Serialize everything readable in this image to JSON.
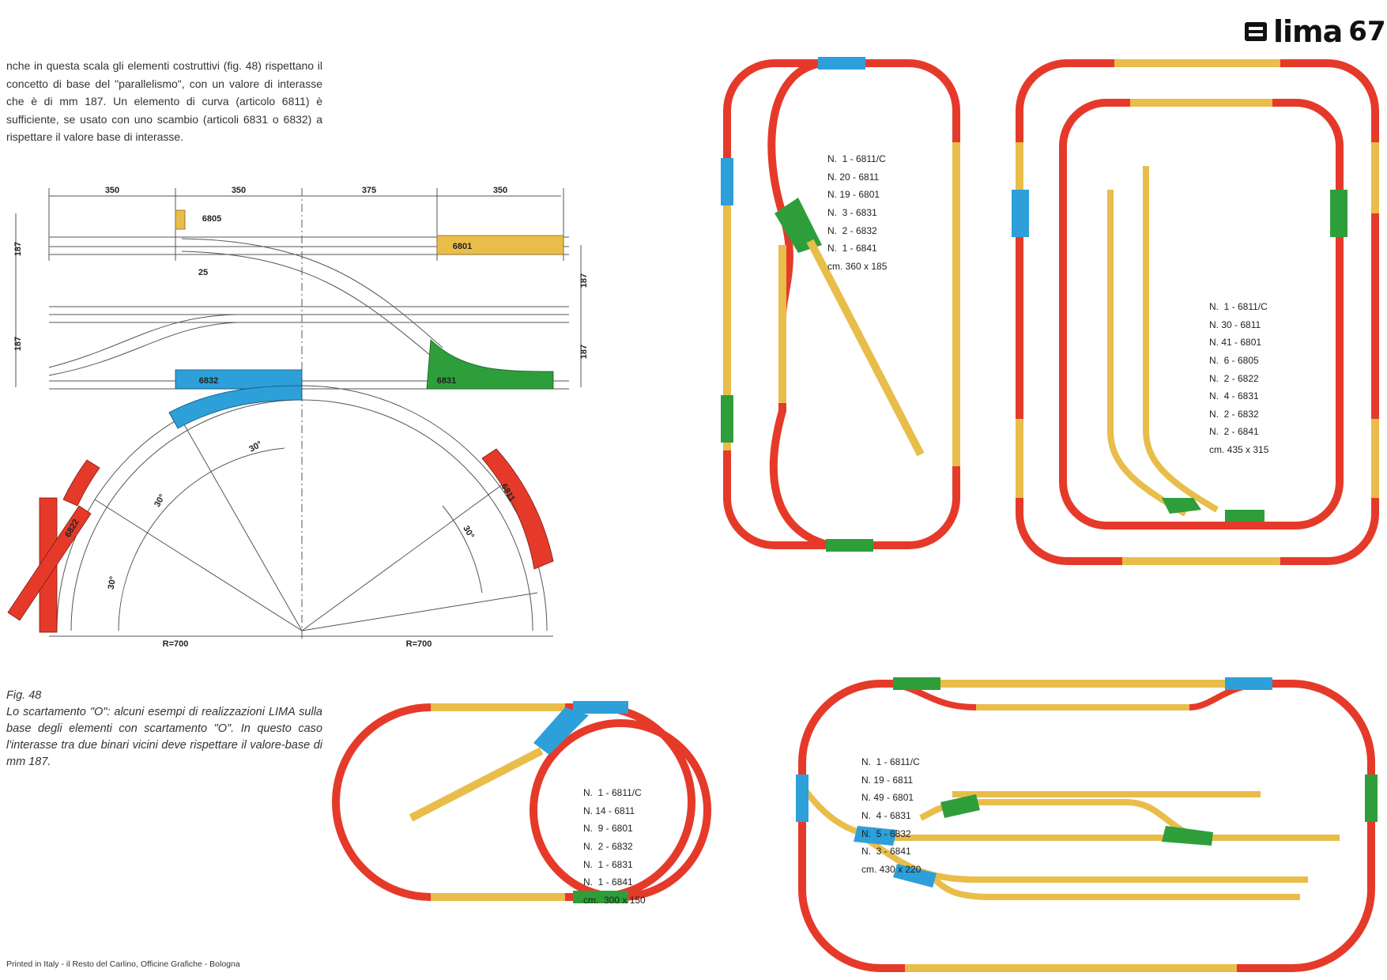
{
  "header": {
    "brand": "lima",
    "page_number": "67"
  },
  "intro_text": "nche in questa scala gli elementi costruttivi (fig. 48) rispettano il concetto di base del \"parallelismo\", con un valore di interasse che è di mm 187. Un elemento di curva (articolo 6811) è sufficiente, se usato con uno scambio (articoli 6831 o 6832) a rispettare il valore base di interasse.",
  "technical_drawing": {
    "top_dimensions": [
      "350",
      "350",
      "375",
      "350"
    ],
    "labels": {
      "p6805": "6805",
      "p25": "25",
      "p6801": "6801",
      "p6832": "6832",
      "p6831": "6831",
      "p6811": "6811",
      "p6822": "6822"
    },
    "side_dimensions": [
      "187",
      "187",
      "187",
      "187"
    ],
    "angles": [
      "30°",
      "30°",
      "30°",
      "30°"
    ],
    "radii": [
      "R=700",
      "R=700"
    ]
  },
  "caption": {
    "fig": "Fig. 48",
    "text": "Lo scartamento \"O\": alcuni esempi di realizzazioni LIMA sulla base degli elementi con scartamento \"O\". In questo caso l'interasse tra due binari vicini deve rispettare il valore-base di mm 187."
  },
  "layouts": {
    "a": [
      "N.  1 - 6811/C",
      "N. 20 - 6811",
      "N. 19 - 6801",
      "N.  3 - 6831",
      "N.  2 - 6832",
      "N.  1 - 6841",
      "cm. 360 x 185"
    ],
    "b": [
      "N.  1 - 6811/C",
      "N. 30 - 6811",
      "N. 41 - 6801",
      "N.  6 - 6805",
      "N.  2 - 6822",
      "N.  4 - 6831",
      "N.  2 - 6832",
      "N.  2 - 6841",
      "cm. 435 x 315"
    ],
    "c": [
      "N.  1 - 6811/C",
      "N. 14 - 6811",
      "N.  9 - 6801",
      "N.  2 - 6832",
      "N.  1 - 6831",
      "N.  1 - 6841",
      "cm.  300 x 150"
    ],
    "d": [
      "N.  1 - 6811/C",
      "N. 19 - 6811",
      "N. 49 - 6801",
      "N.  4 - 6831",
      "N.  5 - 6832",
      "N.  3 - 6841",
      "cm. 430 x 220"
    ]
  },
  "footer": "Printed in Italy - il Resto del Carlino, Officine Grafiche - Bologna",
  "colors": {
    "curve": "#e53a2a",
    "straight": "#e8bd4a",
    "switch_left": "#2d9fd9",
    "switch_right": "#2e9e3a"
  }
}
